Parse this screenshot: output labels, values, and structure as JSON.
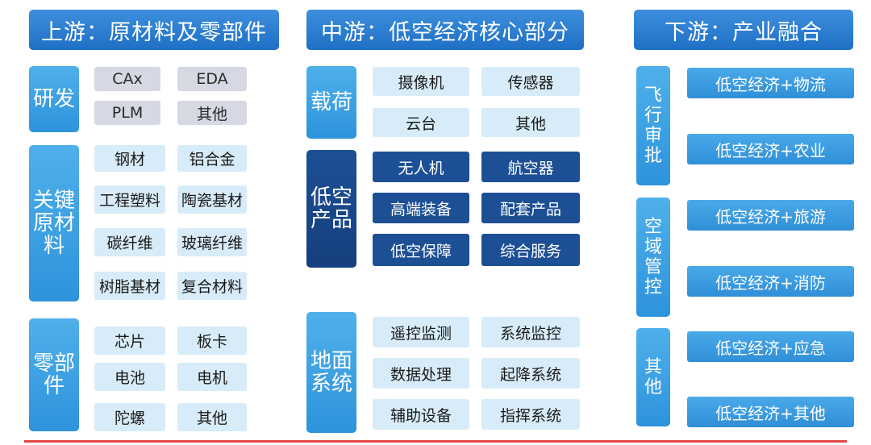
{
  "upstream": {
    "title": "上游：原材料及零部件",
    "groups": [
      {
        "label": "研发",
        "items": [
          "CAx",
          "EDA",
          "PLM",
          "其他"
        ]
      },
      {
        "label": "关键原材料",
        "items": [
          "钢材",
          "铝合金",
          "工程塑料",
          "陶瓷基材",
          "碳纤维",
          "玻璃纤维",
          "树脂基材",
          "复合材料"
        ]
      },
      {
        "label": "零部件",
        "items": [
          "芯片",
          "板卡",
          "电池",
          "电机",
          "陀螺",
          "其他"
        ]
      }
    ]
  },
  "midstream": {
    "title": "中游：低空经济核心部分",
    "groups": [
      {
        "label": "载荷",
        "items": [
          "摄像机",
          "传感器",
          "云台",
          "其他"
        ]
      },
      {
        "label": "低空产品",
        "items": [
          "无人机",
          "航空器",
          "高端装备",
          "配套产品",
          "低空保障",
          "综合服务"
        ]
      },
      {
        "label": "地面系统",
        "items": [
          "遥控监测",
          "系统监控",
          "数据处理",
          "起降系统",
          "辅助设备",
          "指挥系统"
        ]
      }
    ]
  },
  "downstream": {
    "title": "下游：产业融合",
    "groups": [
      {
        "label": "飞行审批",
        "items": [
          "低空经济+物流",
          "低空经济+农业"
        ]
      },
      {
        "label": "空域管控",
        "items": [
          "低空经济+旅游",
          "低空经济+消防"
        ]
      },
      {
        "label": "其他",
        "items": [
          "低空经济+应急",
          "低空经济+其他"
        ]
      }
    ]
  },
  "colors": {
    "header": "#2a7fd0",
    "side_light": "#3ba3e4",
    "side_dark": "#1d4f95",
    "cell_gray": "#d6d9e3",
    "cell_light": "#d7ecf8",
    "accent_line": "#e04848"
  }
}
